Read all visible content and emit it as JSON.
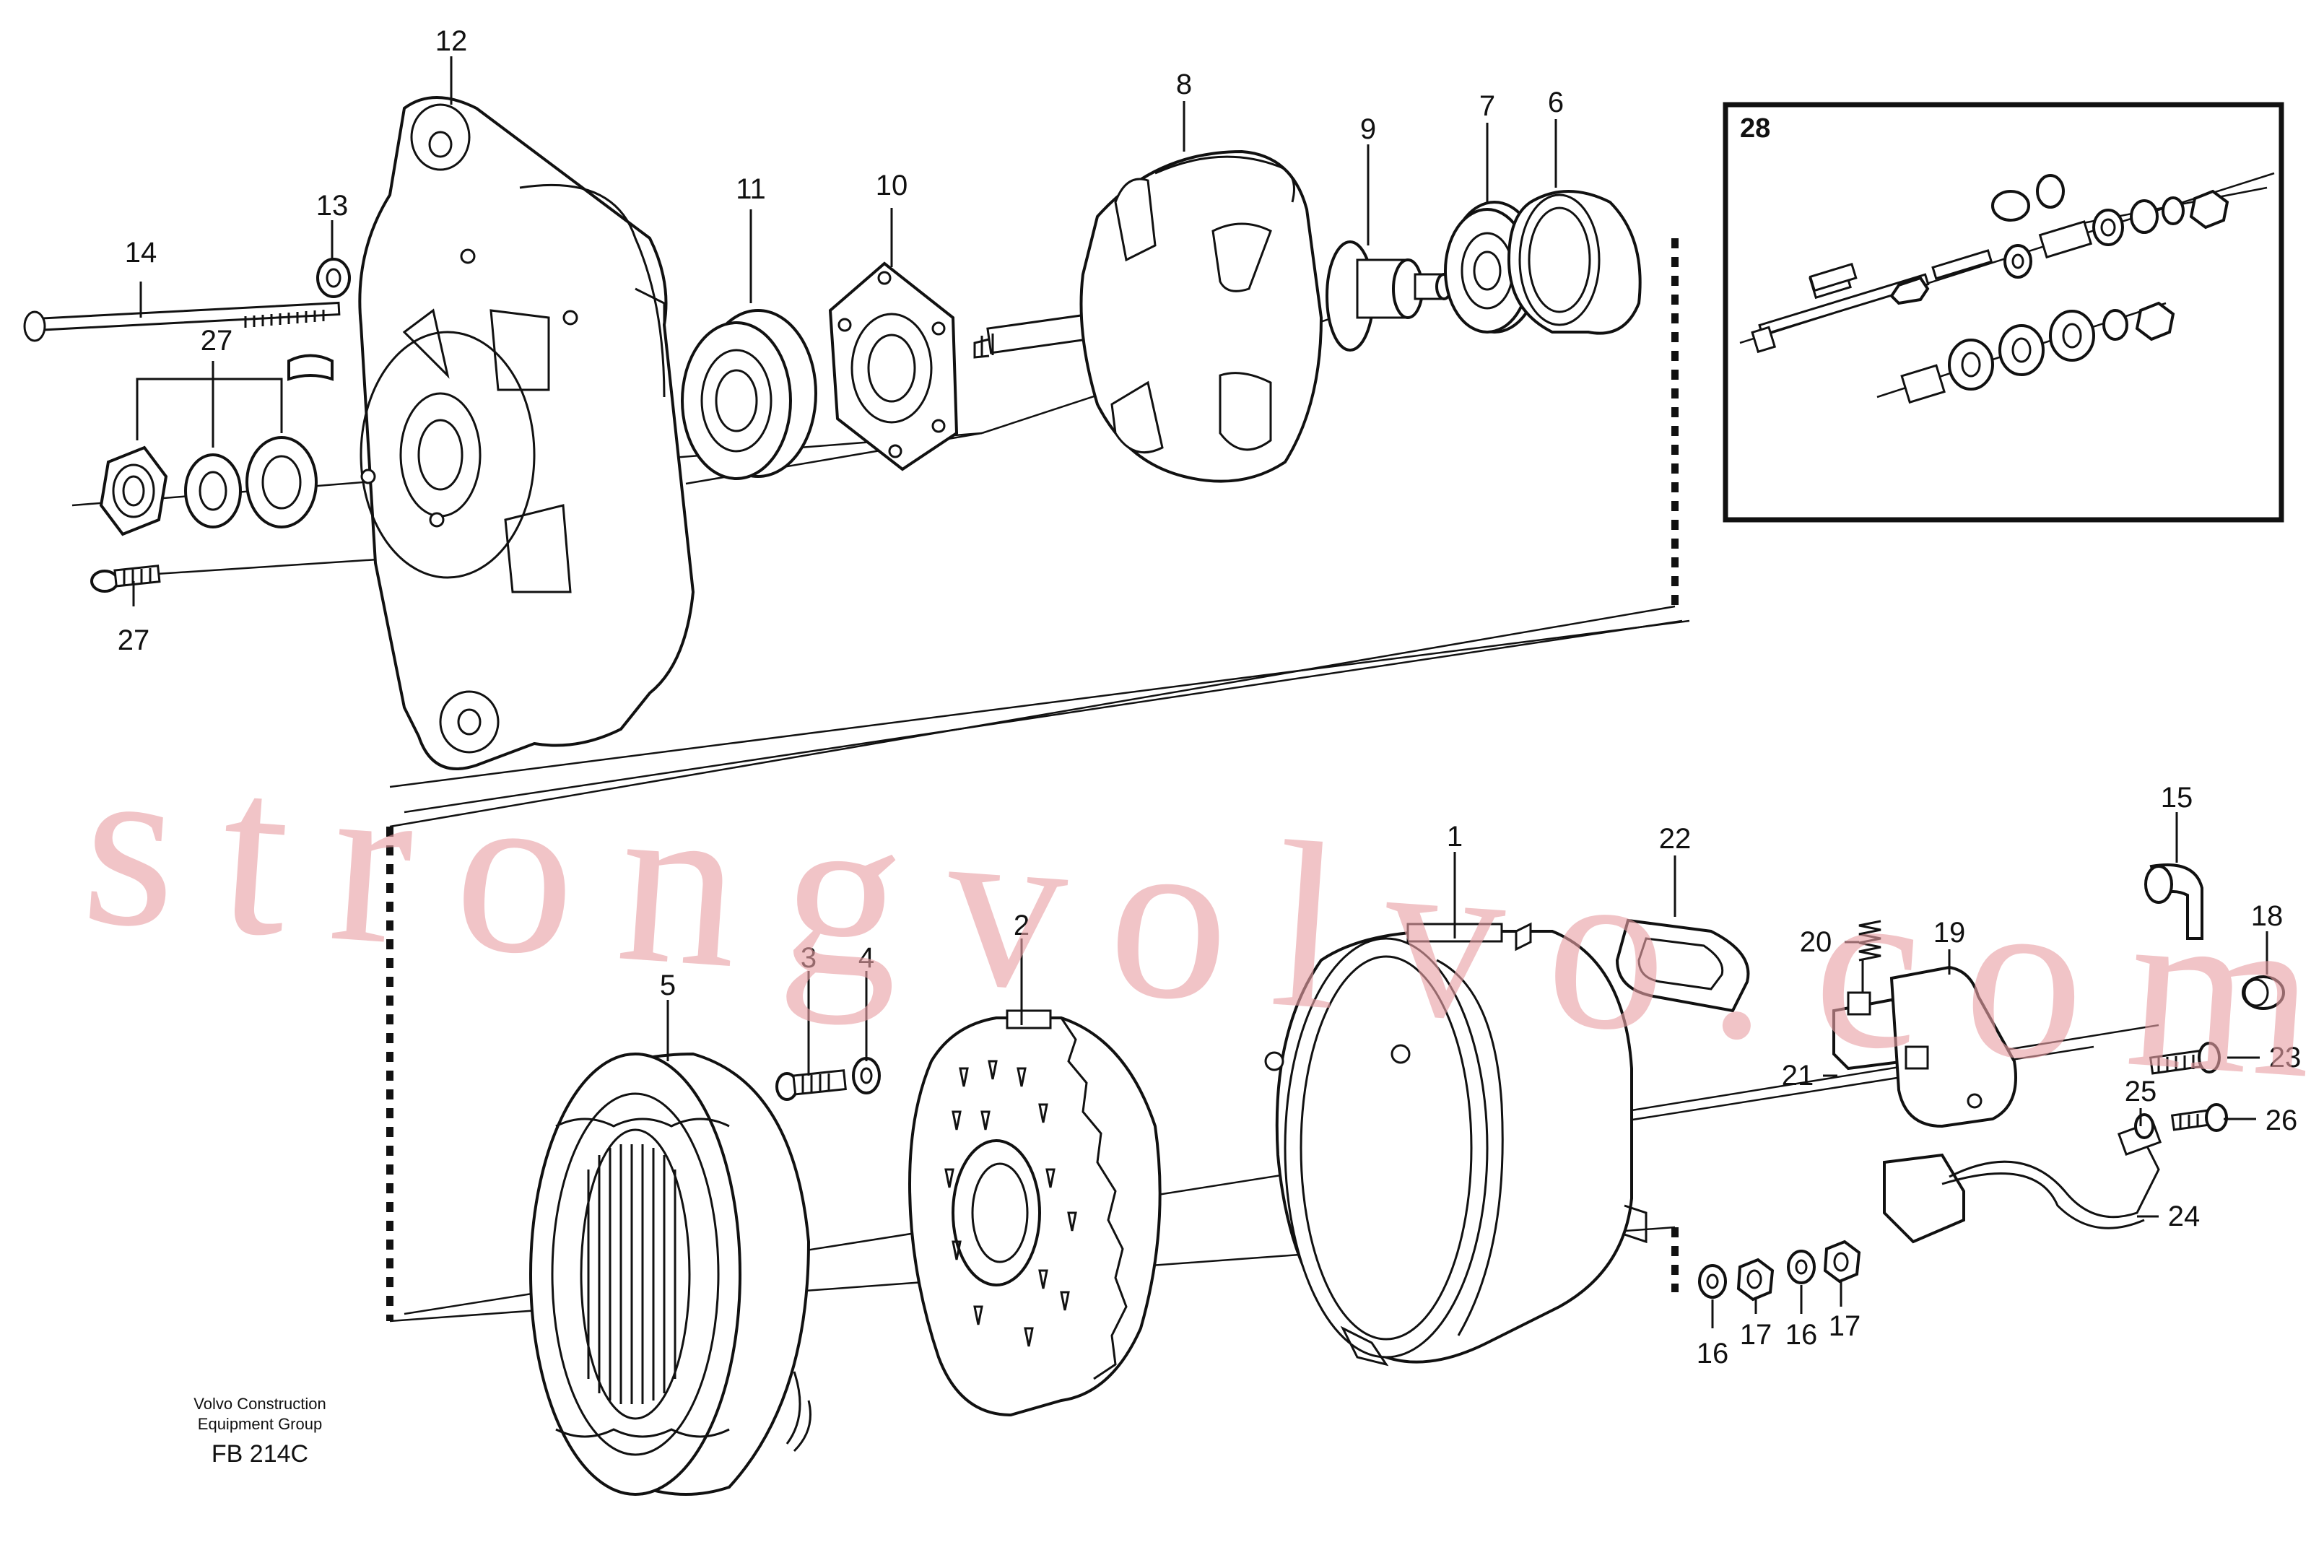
{
  "diagram": {
    "callouts": {
      "c1": "1",
      "c2": "2",
      "c3": "3",
      "c4": "4",
      "c5": "5",
      "c6": "6",
      "c7": "7",
      "c8": "8",
      "c9": "9",
      "c10": "10",
      "c11": "11",
      "c12": "12",
      "c13": "13",
      "c14": "14",
      "c15": "15",
      "c16a": "16",
      "c16b": "16",
      "c17a": "17",
      "c17b": "17",
      "c18": "18",
      "c19": "19",
      "c20": "20",
      "c21": "21",
      "c22": "22",
      "c23": "23",
      "c24": "24",
      "c25": "25",
      "c26": "26",
      "c27a": "27",
      "c27b": "27",
      "c28": "28"
    },
    "inset_label": "28",
    "credit_line1": "Volvo Construction",
    "credit_line2": "Equipment Group",
    "drawing_code": "FB 214C",
    "watermark": "strongvolvo.com"
  }
}
